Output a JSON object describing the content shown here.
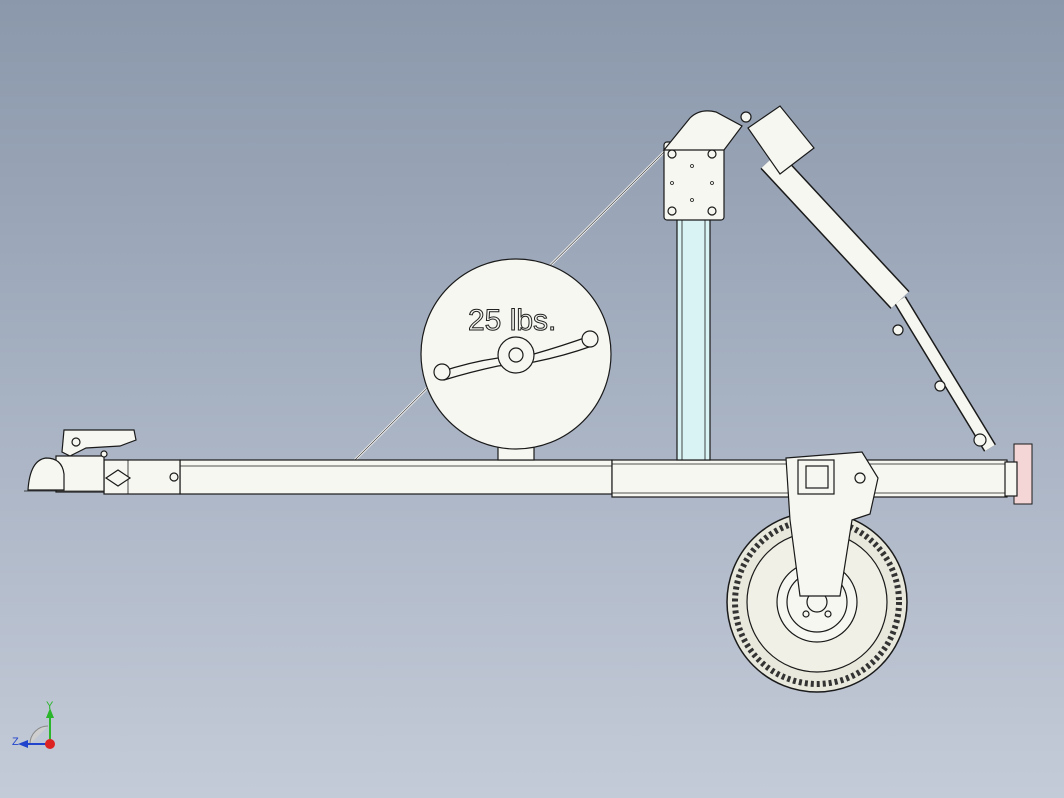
{
  "model": {
    "weight_label": "25 lbs."
  },
  "triad": {
    "y_label": "Y",
    "z_label": "Z",
    "colors": {
      "y": "#2bb52b",
      "z": "#2244cc",
      "x": "#dd2222"
    }
  }
}
